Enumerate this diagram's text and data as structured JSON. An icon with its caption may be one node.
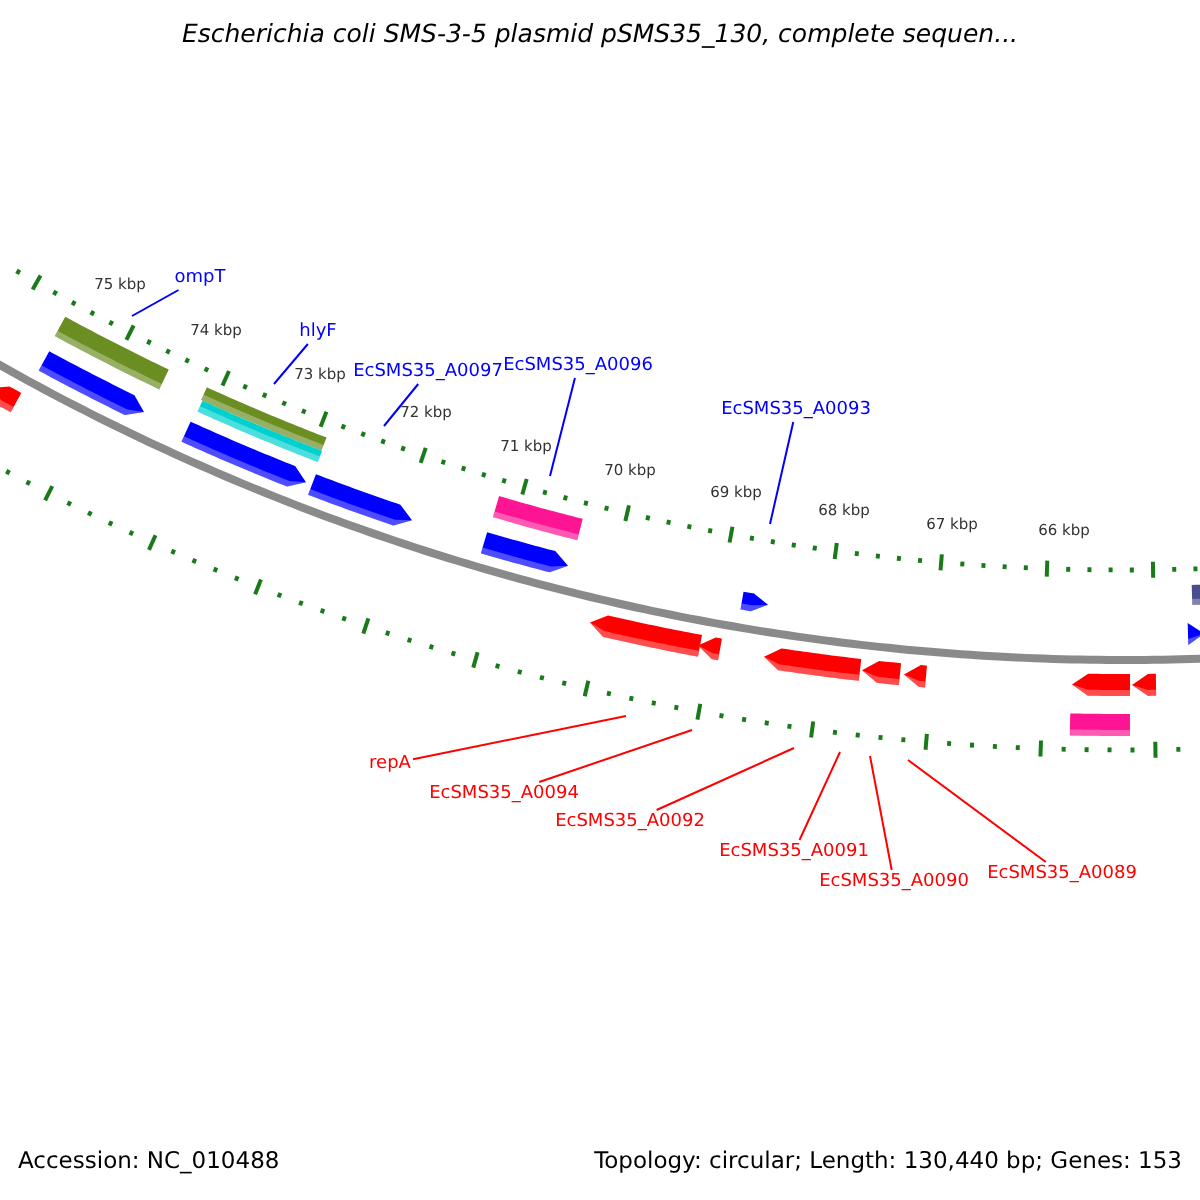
{
  "diagram": {
    "title": "Escherichia coli SMS-3-5 plasmid pSMS35_130, complete sequen...",
    "nodes": [
      {
        "text": [
          "ompT"
        ]
      },
      {
        "text": [
          "hlyF"
        ]
      },
      {
        "text": [
          "EcSMS35_A0097"
        ]
      },
      {
        "text": [
          "EcSMS35_A0096"
        ]
      },
      {
        "text": [
          "EcSMS35_A0093"
        ]
      },
      {
        "text": [
          "repA"
        ]
      },
      {
        "text": [
          "EcSMS35_A0094"
        ]
      },
      {
        "text": [
          "EcSMS35_A0092"
        ]
      },
      {
        "text": [
          "EcSMS35_A0091"
        ]
      },
      {
        "text": [
          "EcSMS35_A0090"
        ]
      },
      {
        "text": [
          "EcSMS35_A0089"
        ]
      }
    ],
    "edges": [
      {
        "from": 0,
        "to": null,
        "arrow": "none",
        "color": "#0000ff"
      },
      {
        "from": 1,
        "to": null,
        "arrow": "none",
        "color": "#0000ff"
      },
      {
        "from": 2,
        "to": null,
        "arrow": "none",
        "color": "#0000ff"
      },
      {
        "from": 3,
        "to": null,
        "arrow": "none",
        "color": "#0000ff"
      },
      {
        "from": 4,
        "to": null,
        "arrow": "none",
        "color": "#0000ff"
      },
      {
        "from": 5,
        "to": null,
        "arrow": "none"
      },
      {
        "from": 6,
        "to": null,
        "arrow": "none"
      },
      {
        "from": 7,
        "to": null,
        "arrow": "none"
      },
      {
        "from": 8,
        "to": null,
        "arrow": "none"
      },
      {
        "from": 9,
        "to": null,
        "arrow": "none"
      },
      {
        "from": 10,
        "to": null,
        "arrow": "none"
      }
    ],
    "labels": [
      "75 kbp",
      "74 kbp",
      "73 kbp",
      "72 kbp",
      "71 kbp",
      "70 kbp",
      "69 kbp",
      "68 kbp",
      "67 kbp",
      "66 kbp",
      "Accession: NC_010488",
      "Topology: circular; Length: 130,440 bp; Genes: 153"
    ]
  }
}
